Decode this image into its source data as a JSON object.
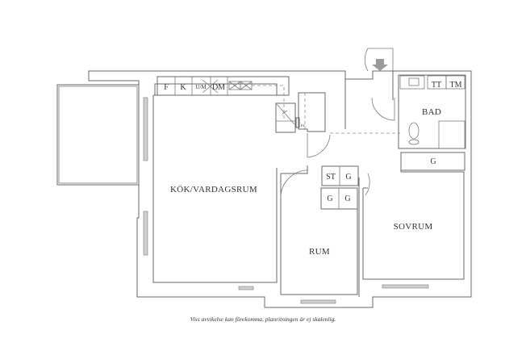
{
  "plan": {
    "rooms": {
      "kitchen_living": "KÖK/VARDAGSRUM",
      "bathroom": "BAD",
      "room": "RUM",
      "bedroom": "SOVRUM"
    },
    "kitchen_fixtures": [
      "F",
      "K",
      "U/M",
      "DM"
    ],
    "bath_fixtures": [
      "TT",
      "TM"
    ],
    "storage": {
      "st": "ST",
      "g1": "G",
      "g2": "G",
      "g3": "G",
      "bath_g": "G"
    },
    "electric_label": "EL",
    "footnote": "Viss avvikelse kan förekomma, planritningen är ej skalenlig."
  }
}
